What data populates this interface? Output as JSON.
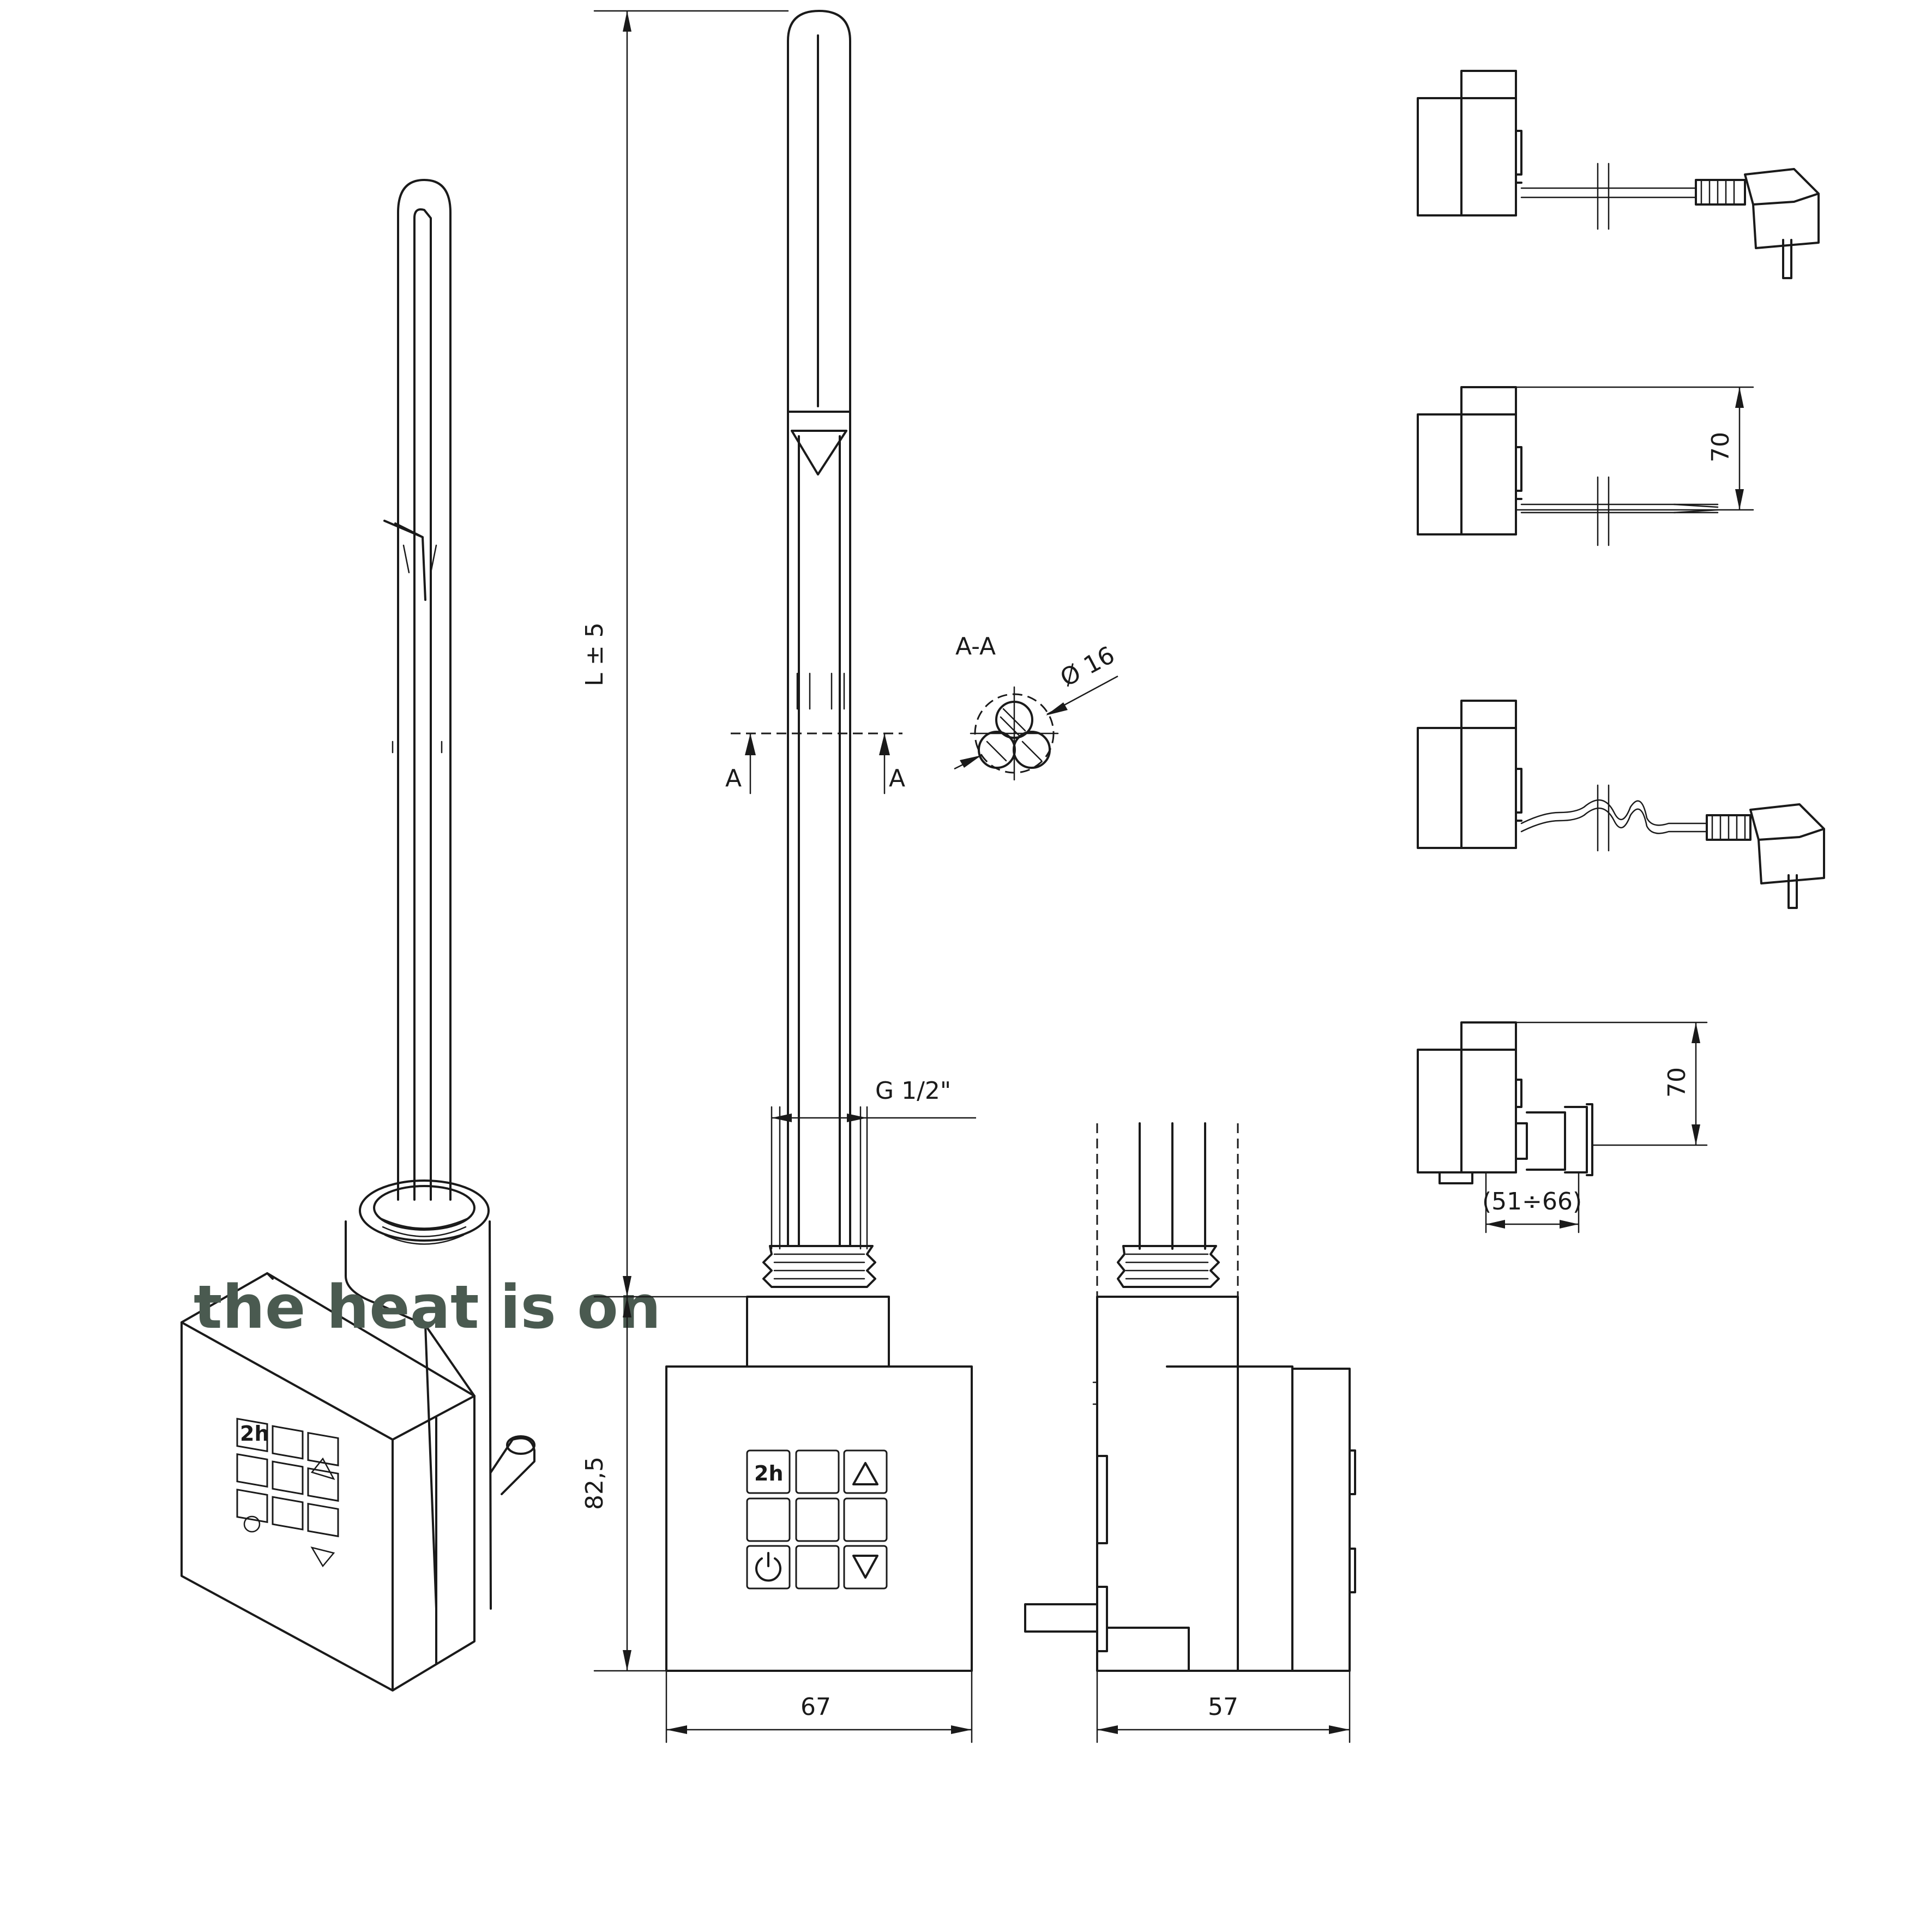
{
  "dimensions": {
    "length": "L ± 5",
    "height_box": "82,5",
    "width_front": "67",
    "depth_side": "57",
    "thread": "G 1/2\"",
    "cable_height_1": "70",
    "cable_height_2": "70",
    "plug_range": "(51÷66)"
  },
  "section": {
    "title": "A-A",
    "marker_left": "A",
    "marker_right": "A",
    "diameter": "Ø 16"
  },
  "keypad": {
    "timer_label": "2h",
    "power_symbol": "power-icon",
    "up_symbol": "triangle-up-icon",
    "down_symbol": "triangle-down-icon"
  },
  "brand": {
    "watermark": "the heat is on"
  },
  "colors": {
    "line": "#1a1a1a",
    "watermark": "#4a5a50",
    "background": "#ffffff"
  }
}
